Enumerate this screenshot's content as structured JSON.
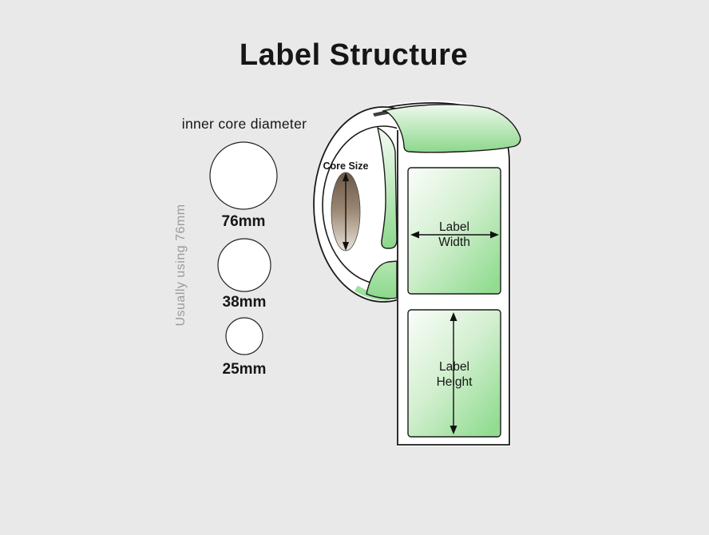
{
  "title": "Label Structure",
  "palette": {
    "background": "#e9e9e9",
    "label_green": "#8cd88c",
    "label_green_light": "#f4faf3",
    "core_brown_dark": "#6b5847",
    "core_brown_light": "#e9e2d7",
    "outline": "#1a1a1a",
    "note_gray": "#9b9b9b",
    "top_shadow": "#3f3f3f"
  },
  "core_diameter_section": {
    "heading": "inner core diameter",
    "note": "Usually using 76mm",
    "options": [
      {
        "label": "76mm"
      },
      {
        "label": "38mm"
      },
      {
        "label": "25mm"
      }
    ]
  },
  "roll_diagram": {
    "core_size_label": "Core Size",
    "label_width": [
      "Label",
      "Width"
    ],
    "label_height": [
      "Label",
      "Height"
    ]
  }
}
